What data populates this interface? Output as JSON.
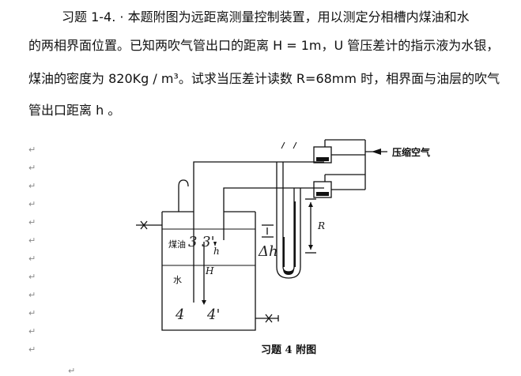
{
  "problem": {
    "line1": "习题  1-4. · 本题附图为远距离测量控制装置，用以测定分相槽内煤油和水",
    "line2": "的两相界面位置。已知两吹气管出口的距离 H = 1m，U 管压差计的指示液为水银，",
    "line3": "煤油的密度为 820Kg / m³。试求当压差计读数 R=68mm 时，相界面与油层的吹气",
    "line4": "管出口距离 h 。"
  },
  "figure": {
    "air_label": "压缩空气",
    "oil_label": "煤油",
    "water_label": "水",
    "R_label": "R",
    "H_label": "H",
    "h_label": "h",
    "caption": "习题 4 附图",
    "hand_33": "3 3'",
    "hand_dh": "Δh",
    "hand_4": "4",
    "hand_4p": "4'"
  },
  "para_marks": [
    "↵",
    "↵",
    "↵",
    "↵",
    "↵",
    "↵",
    "↵",
    "↵",
    "↵",
    "↵",
    "↵",
    "↵",
    "↵",
    "↵"
  ]
}
